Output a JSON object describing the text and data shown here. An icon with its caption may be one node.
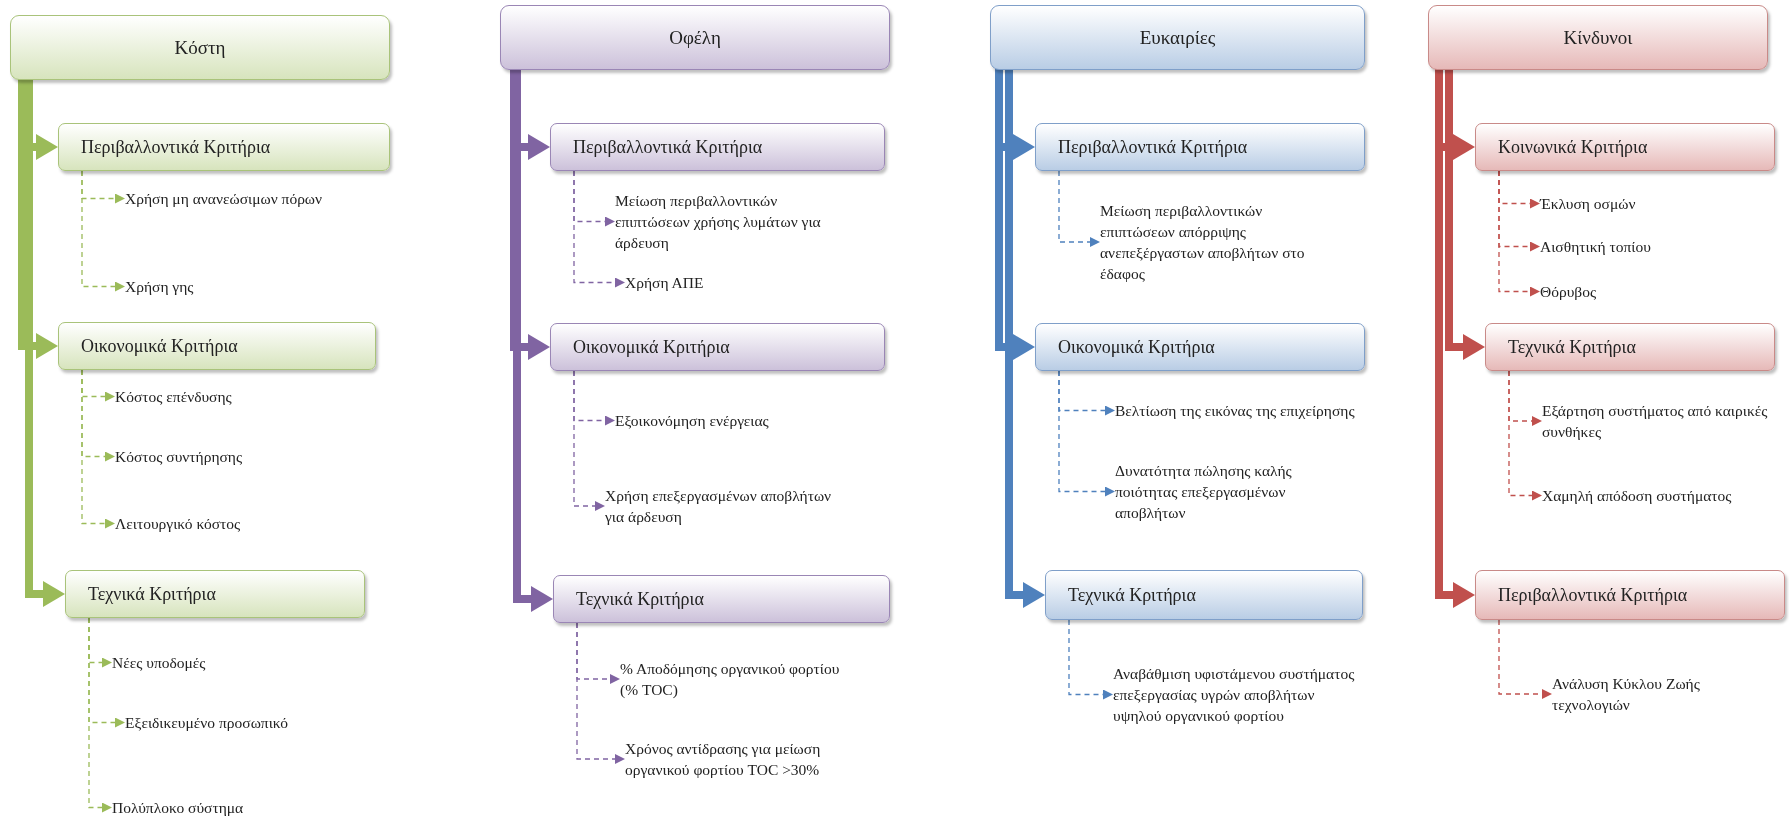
{
  "diagram": {
    "nodes": [
      {
        "text": [
          "Κόστη"
        ]
      },
      {
        "text": [
          "Περιβαλλοντικά Κριτήρια"
        ]
      },
      {
        "text": [
          "Χρήση μη ανανεώσιμων πόρων"
        ]
      },
      {
        "text": [
          "Χρήση γης"
        ]
      },
      {
        "text": [
          "Οικονομικά Κριτήρια"
        ]
      },
      {
        "text": [
          "Κόστος επένδυσης"
        ]
      },
      {
        "text": [
          "Κόστος συντήρησης"
        ]
      },
      {
        "text": [
          "Λειτουργικό κόστος"
        ]
      },
      {
        "text": [
          "Τεχνικά Κριτήρια"
        ]
      },
      {
        "text": [
          "Νέες υποδομές"
        ]
      },
      {
        "text": [
          "Εξειδικευμένο προσωπικό"
        ]
      },
      {
        "text": [
          "Πολύπλοκο σύστημα"
        ]
      },
      {
        "text": [
          "Οφέλη"
        ]
      },
      {
        "text": [
          "Περιβαλλοντικά Κριτήρια"
        ]
      },
      {
        "text": [
          "Μείωση περιβαλλοντικών επιπτώσεων χρήσης λυμάτων για άρδευση"
        ]
      },
      {
        "text": [
          "Χρήση ΑΠΕ"
        ]
      },
      {
        "text": [
          "Οικονομικά Κριτήρια"
        ]
      },
      {
        "text": [
          "Εξοικονόμηση ενέργειας"
        ]
      },
      {
        "text": [
          "Χρήση επεξεργασμένων αποβλήτων για άρδευση"
        ]
      },
      {
        "text": [
          "Τεχνικά Κριτήρια"
        ]
      },
      {
        "text": [
          "% Αποδόμησης οργανικού φορτίου (% TOC)"
        ]
      },
      {
        "text": [
          "Χρόνος αντίδρασης για μείωση οργανικού φορτίου TOC >30%"
        ]
      },
      {
        "text": [
          "Ευκαιρίες"
        ]
      },
      {
        "text": [
          "Περιβαλλοντικά Κριτήρια"
        ]
      },
      {
        "text": [
          "Μείωση περιβαλλοντικών επιπτώσεων απόρριψης ανεπεξέργαστων αποβλήτων στο έδαφος"
        ]
      },
      {
        "text": [
          "Οικονομικά Κριτήρια"
        ]
      },
      {
        "text": [
          "Βελτίωση της εικόνας της επιχείρησης"
        ]
      },
      {
        "text": [
          "Δυνατότητα πώλησης καλής ποιότητας επεξεργασμένων αποβλήτων"
        ]
      },
      {
        "text": [
          "Τεχνικά Κριτήρια"
        ]
      },
      {
        "text": [
          "Αναβάθμιση υφιστάμενου συστήματος επεξεργασίας υγρών αποβλήτων υψηλού οργανικού φορτίου"
        ]
      },
      {
        "text": [
          "Κίνδυνοι"
        ]
      },
      {
        "text": [
          "Κοινωνικά Κριτήρια"
        ]
      },
      {
        "text": [
          "Έκλυση οσμών"
        ]
      },
      {
        "text": [
          "Αισθητική τοπίου"
        ]
      },
      {
        "text": [
          "Θόρυβος"
        ]
      },
      {
        "text": [
          "Τεχνικά Κριτήρια"
        ]
      },
      {
        "text": [
          "Εξάρτηση συστήματος από καιρικές συνθήκες"
        ]
      },
      {
        "text": [
          "Χαμηλή απόδοση συστήματος"
        ]
      },
      {
        "text": [
          "Περιβαλλοντικά Κριτήρια"
        ]
      },
      {
        "text": [
          "Ανάλυση Κύκλου Ζωής τεχνολογιών"
        ]
      }
    ],
    "edges": [
      {
        "from": 0,
        "to": 1,
        "arrow": "to",
        "style": "thick",
        "color": "#9bbb59"
      },
      {
        "from": 1,
        "to": 2,
        "arrow": "to",
        "style": "dashed",
        "color": "#9bbb59"
      },
      {
        "from": 1,
        "to": 3,
        "arrow": "to",
        "style": "dashed",
        "color": "#9bbb59"
      },
      {
        "from": 0,
        "to": 4,
        "arrow": "to",
        "style": "thick",
        "color": "#9bbb59"
      },
      {
        "from": 4,
        "to": 5,
        "arrow": "to",
        "style": "dashed",
        "color": "#9bbb59"
      },
      {
        "from": 4,
        "to": 6,
        "arrow": "to",
        "style": "dashed",
        "color": "#9bbb59"
      },
      {
        "from": 4,
        "to": 7,
        "arrow": "to",
        "style": "dashed",
        "color": "#9bbb59"
      },
      {
        "from": 0,
        "to": 8,
        "arrow": "to",
        "style": "thick",
        "color": "#9bbb59"
      },
      {
        "from": 8,
        "to": 9,
        "arrow": "to",
        "style": "dashed",
        "color": "#9bbb59"
      },
      {
        "from": 8,
        "to": 10,
        "arrow": "to",
        "style": "dashed",
        "color": "#9bbb59"
      },
      {
        "from": 8,
        "to": 11,
        "arrow": "to",
        "style": "dashed",
        "color": "#9bbb59"
      },
      {
        "from": 12,
        "to": 13,
        "arrow": "to",
        "style": "thick",
        "color": "#8064a2"
      },
      {
        "from": 13,
        "to": 14,
        "arrow": "to",
        "style": "dashed",
        "color": "#8064a2"
      },
      {
        "from": 13,
        "to": 15,
        "arrow": "to",
        "style": "dashed",
        "color": "#8064a2"
      },
      {
        "from": 12,
        "to": 16,
        "arrow": "to",
        "style": "thick",
        "color": "#8064a2"
      },
      {
        "from": 16,
        "to": 17,
        "arrow": "to",
        "style": "dashed",
        "color": "#8064a2"
      },
      {
        "from": 16,
        "to": 18,
        "arrow": "to",
        "style": "dashed",
        "color": "#8064a2"
      },
      {
        "from": 12,
        "to": 19,
        "arrow": "to",
        "style": "thick",
        "color": "#8064a2"
      },
      {
        "from": 19,
        "to": 20,
        "arrow": "to",
        "style": "dashed",
        "color": "#8064a2"
      },
      {
        "from": 19,
        "to": 21,
        "arrow": "to",
        "style": "dashed",
        "color": "#8064a2"
      },
      {
        "from": 22,
        "to": 23,
        "arrow": "to",
        "style": "thick",
        "color": "#4f81bd"
      },
      {
        "from": 23,
        "to": 24,
        "arrow": "to",
        "style": "dashed",
        "color": "#4f81bd"
      },
      {
        "from": 22,
        "to": 25,
        "arrow": "to",
        "style": "thick",
        "color": "#4f81bd"
      },
      {
        "from": 25,
        "to": 26,
        "arrow": "to",
        "style": "dashed",
        "color": "#4f81bd"
      },
      {
        "from": 25,
        "to": 27,
        "arrow": "to",
        "style": "dashed",
        "color": "#4f81bd"
      },
      {
        "from": 22,
        "to": 28,
        "arrow": "to",
        "style": "thick",
        "color": "#4f81bd"
      },
      {
        "from": 28,
        "to": 29,
        "arrow": "to",
        "style": "dashed",
        "color": "#4f81bd"
      },
      {
        "from": 30,
        "to": 31,
        "arrow": "to",
        "style": "thick",
        "color": "#c0504d"
      },
      {
        "from": 31,
        "to": 32,
        "arrow": "to",
        "style": "dashed",
        "color": "#c0504d"
      },
      {
        "from": 31,
        "to": 33,
        "arrow": "to",
        "style": "dashed",
        "color": "#c0504d"
      },
      {
        "from": 31,
        "to": 34,
        "arrow": "to",
        "style": "dashed",
        "color": "#c0504d"
      },
      {
        "from": 30,
        "to": 35,
        "arrow": "to",
        "style": "thick",
        "color": "#c0504d"
      },
      {
        "from": 35,
        "to": 36,
        "arrow": "to",
        "style": "dashed",
        "color": "#c0504d"
      },
      {
        "from": 35,
        "to": 37,
        "arrow": "to",
        "style": "dashed",
        "color": "#c0504d"
      },
      {
        "from": 30,
        "to": 38,
        "arrow": "to",
        "style": "thick",
        "color": "#c0504d"
      },
      {
        "from": 38,
        "to": 39,
        "arrow": "to",
        "style": "dashed",
        "color": "#c0504d"
      }
    ]
  }
}
